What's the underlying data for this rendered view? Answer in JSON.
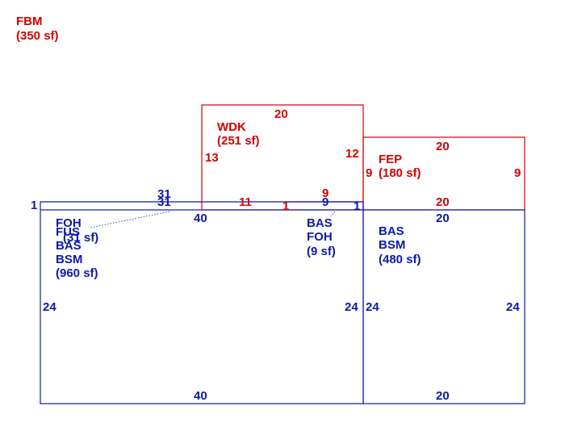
{
  "colors": {
    "red": "#d40000",
    "blue": "#0a1aa8"
  },
  "fbm": {
    "code": "FBM",
    "area": "(350 sf)"
  },
  "wdk": {
    "code": "WDK",
    "area": "(251 sf)",
    "top": "20",
    "left": "13",
    "right": "12",
    "bottom": "11"
  },
  "fep": {
    "code": "FEP",
    "area": "(180 sf)",
    "top": "20",
    "left": "9",
    "right": "9",
    "bottom": "20"
  },
  "small_red": {
    "top": "9",
    "bottom": "9",
    "left": "1"
  },
  "main": {
    "codes": [
      "FOH",
      "FUS",
      "BAS",
      "BSM"
    ],
    "fus_area": "(31 sf)",
    "area": "(960 sf)",
    "top": "40",
    "left": "24",
    "right": "24",
    "bottom": "40",
    "strip_top": "31",
    "strip_bottom": "31",
    "strip_left": "1",
    "strip_right": "1"
  },
  "bas_foh": {
    "code1": "BAS",
    "code2": "FOH",
    "area": "(9 sf)"
  },
  "right_section": {
    "code1": "BAS",
    "code2": "BSM",
    "area": "(480 sf)",
    "top": "20",
    "left": "24",
    "right": "24",
    "bottom": "20"
  }
}
